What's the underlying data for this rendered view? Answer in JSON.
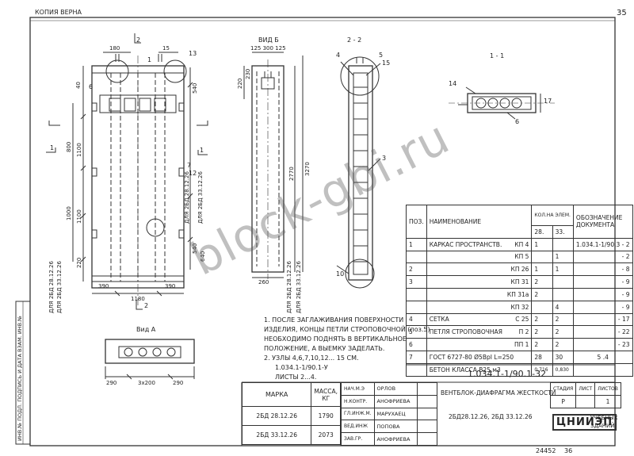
{
  "header": {
    "copy_stamp": "КОПИЯ ВЕРНА",
    "page_number": "35"
  },
  "views": {
    "view_b": "ВИД Б",
    "section_22": "2 - 2",
    "section_11": "1 - 1",
    "view_a": "Вид А"
  },
  "dimensions": {
    "top_180": "180",
    "top_15": "15",
    "vb_top": "125 300 125",
    "left_40": "40",
    "left_800": "800",
    "left_1100a": "1100",
    "left_1000": "1000",
    "left_1100b": "1100",
    "left_220": "220",
    "r_540": "540",
    "r_540b": "540",
    "r_640": "640",
    "vb_220": "220",
    "vb_230": "230",
    "vb_2770": "2770",
    "vb_3270": "3270",
    "vb_260": "260",
    "bot_390a": "390",
    "bot_390b": "390",
    "bot_1180": "1180",
    "va_290a": "290",
    "va_3x200": "3x200",
    "va_290b": "290"
  },
  "marker_labels": {
    "m1": "1",
    "m2": "2",
    "m3": "3",
    "m4": "4",
    "m5": "5",
    "m6": "6",
    "m7": "7",
    "m10": "10",
    "m12": "12",
    "m13": "13",
    "m14": "14",
    "m15": "15",
    "m17": "17"
  },
  "vertical_labels": {
    "l1": "ДЛЯ 2БД 28.12.26",
    "l2": "ДЛЯ 2БД 33.12.26",
    "l3": "ДЛЯ 2БД 28.12.26",
    "l4": "ДЛЯ 2БД 33.12.26",
    "l5": "ДЛЯ 2БД 28.12.26",
    "l6": "ДЛЯ 2БД 33.12.26"
  },
  "spec_table": {
    "head_pos": "ПОЗ.",
    "head_name": "НАИМЕНОВАНИЕ",
    "head_qty": "КОЛ.НА ЭЛЕМ.",
    "head_col1": "28.",
    "head_col2": "33.",
    "head_doc": "ОБОЗНАЧЕНИЕ ДОКУМЕНТА",
    "rows": [
      {
        "pos": "1",
        "name": "КАРКАС ПРОСТРАНСТВ.",
        "mark": "КП 4",
        "q1": "1",
        "q2": "",
        "doc": "1.034.1-1/90.3 - 2"
      },
      {
        "pos": "",
        "name": "",
        "mark": "КП 5",
        "q1": "",
        "q2": "1",
        "doc": "- 2"
      },
      {
        "pos": "2",
        "name": "",
        "mark": "КП 26",
        "q1": "1",
        "q2": "1",
        "doc": "- 8"
      },
      {
        "pos": "3",
        "name": "",
        "mark": "КП 31",
        "q1": "2",
        "q2": "",
        "doc": "- 9"
      },
      {
        "pos": "",
        "name": "",
        "mark": "КП 31а",
        "q1": "2",
        "q2": "",
        "doc": "- 9"
      },
      {
        "pos": "",
        "name": "",
        "mark": "КП 32",
        "q1": "",
        "q2": "4",
        "doc": "- 9"
      },
      {
        "pos": "4",
        "name": "СЕТКА",
        "mark": "С 25",
        "q1": "2",
        "q2": "2",
        "doc": "- 17"
      },
      {
        "pos": "5",
        "name": "ПЕТЛЯ СТРОПОВОЧНАЯ",
        "mark": "П 2",
        "q1": "2",
        "q2": "2",
        "doc": "- 22"
      },
      {
        "pos": "6",
        "name": "",
        "mark": "ПП 1",
        "q1": "2",
        "q2": "2",
        "doc": "- 23"
      },
      {
        "pos": "7",
        "name": "ГОСТ 6727-80 Ø5ВрI L=250",
        "mark": "",
        "q1": "28",
        "q2": "30",
        "doc": "5 .4"
      },
      {
        "pos": "",
        "name": "БЕТОН КЛАССА В25,м3",
        "mark": "",
        "q1": "0,716",
        "q2": "0,830",
        "doc": ""
      }
    ]
  },
  "notes": {
    "n1a": "1. ПОСЛЕ ЗАГЛАЖИВАНИЯ ПОВЕРХНОСТИ",
    "n1b": "ИЗДЕЛИЯ, КОНЦЫ ПЕТЛИ СТРОПОВОЧНОЙ (поз.5)",
    "n1c": "НЕОБХОДИМО ПОДНЯТЬ В ВЕРТИКАЛЬНОЕ",
    "n1d": "ПОЛОЖЕНИЕ, А ВЫЕМКУ ЗАДЕЛАТЬ.",
    "n2a": "2. УЗЛЫ 4,6,7,10,12... 15 СМ.",
    "n2b": "1.034.1-1/90.1-У",
    "n2c": "ЛИСТЫ 2...4."
  },
  "mass_table": {
    "head_mark": "МАРКА",
    "head_mass": "МАССА, КГ",
    "rows": [
      {
        "mark": "2БД 28.12.26",
        "mass": "1790"
      },
      {
        "mark": "2БД 33.12.26",
        "mass": "2073"
      }
    ]
  },
  "title_block": {
    "doc_code": "1.034.1-1/90.1-32",
    "staff": [
      {
        "role": "НАЧ.М.Э",
        "name": "ОРЛОВ"
      },
      {
        "role": "Н.КОНТР.",
        "name": "АНОФРИЕВА"
      },
      {
        "role": "ГЛ.ИНЖ.М.",
        "name": "МАРУХАЕЦ"
      },
      {
        "role": "ВЕД.ИНЖ",
        "name": "ПОПОВА"
      },
      {
        "role": "ЗАВ.ГР.",
        "name": "АНОФРИЕВА"
      }
    ],
    "title": "ВЕНТБЛОК-ДИАФРАГМА ЖЕСТКОСТИ",
    "marks": "2БД28.12.26, 2БД 33.12.26",
    "stage_head": "СТАДИЯ",
    "sheet_head": "ЛИСТ",
    "sheets_head": "ЛИСТОВ",
    "stage": "Р",
    "sheet": "",
    "sheets": "1",
    "org_logo": "ЦНИИЭП",
    "org_line1": "УЧЕБНЫХ",
    "org_line2": "ЗДАНИЙ"
  },
  "left_margin": {
    "text": "ИНВ.№ ПОДЛ. ПОДПИСЬ И ДАТА ВЗАМ. ИНВ.№"
  },
  "footer": {
    "num1": "24452",
    "num2": "36"
  },
  "watermark": "block-gbi.ru"
}
